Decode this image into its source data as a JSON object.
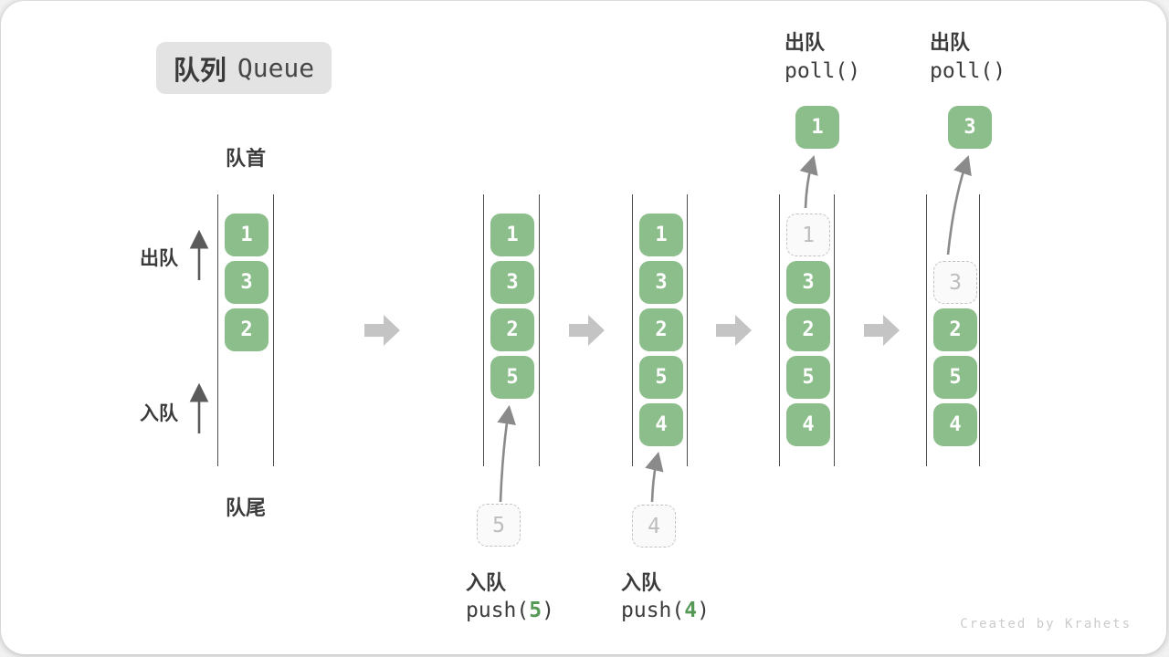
{
  "title": {
    "zh": "队列",
    "en": "Queue"
  },
  "labels": {
    "front": "队首",
    "rear": "队尾",
    "dequeue": "出队",
    "enqueue": "入队"
  },
  "colors": {
    "item_green": "#8CBE8C",
    "item_text": "#ffffff",
    "dashed_border": "#c2c2c2",
    "dashed_text": "#bdbdbd",
    "step_arrow_gray": "#c4c4c4",
    "curve_arrow_gray": "#8a8a8a",
    "wall_gray": "#4d4d4d",
    "code_arg_green": "#569956"
  },
  "columns": [
    {
      "boxes": [
        {
          "value": "1"
        },
        {
          "value": "3"
        },
        {
          "value": "2"
        }
      ]
    },
    {
      "boxes": [
        {
          "value": "1"
        },
        {
          "value": "3"
        },
        {
          "value": "2"
        },
        {
          "value": "5"
        }
      ],
      "incoming": {
        "value": "5"
      },
      "op": {
        "zh": "入队",
        "code_prefix": "push(",
        "arg": "5",
        "code_suffix": ")"
      }
    },
    {
      "boxes": [
        {
          "value": "1"
        },
        {
          "value": "3"
        },
        {
          "value": "2"
        },
        {
          "value": "5"
        },
        {
          "value": "4"
        }
      ],
      "incoming": {
        "value": "4"
      },
      "op": {
        "zh": "入队",
        "code_prefix": "push(",
        "arg": "4",
        "code_suffix": ")"
      }
    },
    {
      "dashed": {
        "value": "1"
      },
      "boxes": [
        {
          "value": "3"
        },
        {
          "value": "2"
        },
        {
          "value": "5"
        },
        {
          "value": "4"
        }
      ],
      "popped": {
        "value": "1"
      },
      "op": {
        "zh": "出队",
        "code": "poll()"
      }
    },
    {
      "dashed": {
        "value": "3"
      },
      "boxes": [
        {
          "value": "2"
        },
        {
          "value": "5"
        },
        {
          "value": "4"
        }
      ],
      "popped": {
        "value": "3"
      },
      "op": {
        "zh": "出队",
        "code": "poll()"
      }
    }
  ],
  "watermark": "Created by Krahets"
}
